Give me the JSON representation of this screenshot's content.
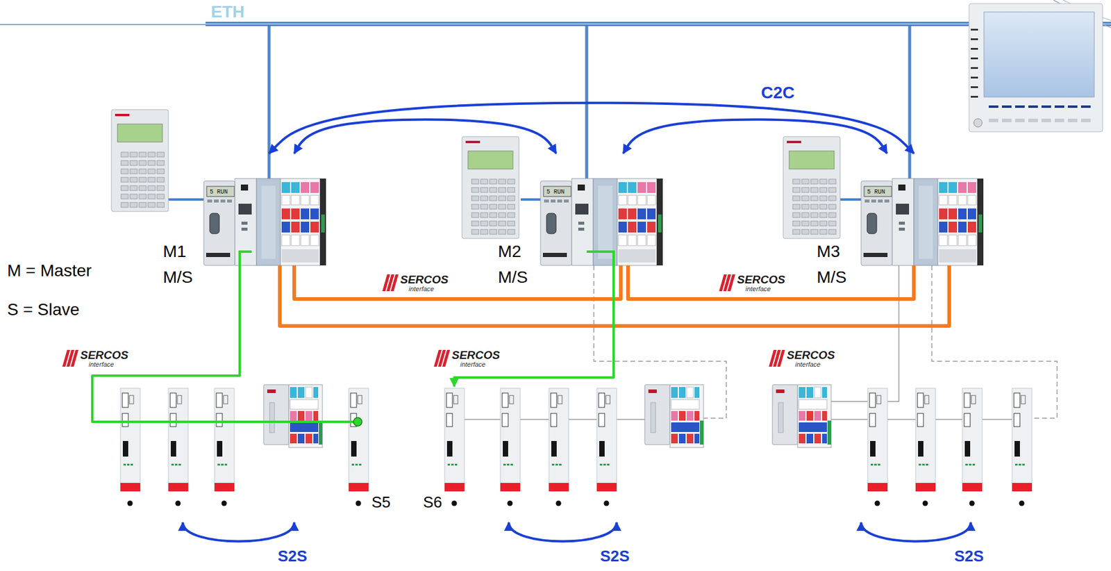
{
  "diagram": {
    "nodes": [
      {
        "text": [
          "M1",
          "M/S"
        ]
      },
      {
        "text": [
          "M2",
          "M/S"
        ]
      },
      {
        "text": [
          "M3",
          "M/S"
        ]
      },
      {
        "text": [
          "S5"
        ]
      },
      {
        "text": [
          "S6"
        ]
      }
    ],
    "edges": [
      {
        "from": 0,
        "to": 1,
        "arrow": "both"
      },
      {
        "from": 0,
        "to": 2,
        "arrow": "both",
        "label": "C2C"
      },
      {
        "from": 1,
        "to": 2,
        "arrow": "both"
      },
      {
        "from": 0,
        "to": 1,
        "arrow": "none"
      },
      {
        "from": 1,
        "to": 2,
        "arrow": "none"
      },
      {
        "from": 0,
        "to": 2,
        "arrow": "none"
      },
      {
        "from": 0,
        "to": 3,
        "arrow": "none"
      },
      {
        "from": 1,
        "to": 4,
        "arrow": "to"
      }
    ],
    "labels": [
      "ETH",
      "5 RUN",
      "5 RUN",
      "5 RUN",
      "M = Master",
      "S = Slave",
      "SERCOS",
      "interface",
      "SERCOS",
      "interface",
      "SERCOS",
      "interface",
      "SERCOS",
      "interface",
      "SERCOS",
      "interface",
      "S2S",
      "S2S",
      "S2S"
    ]
  }
}
